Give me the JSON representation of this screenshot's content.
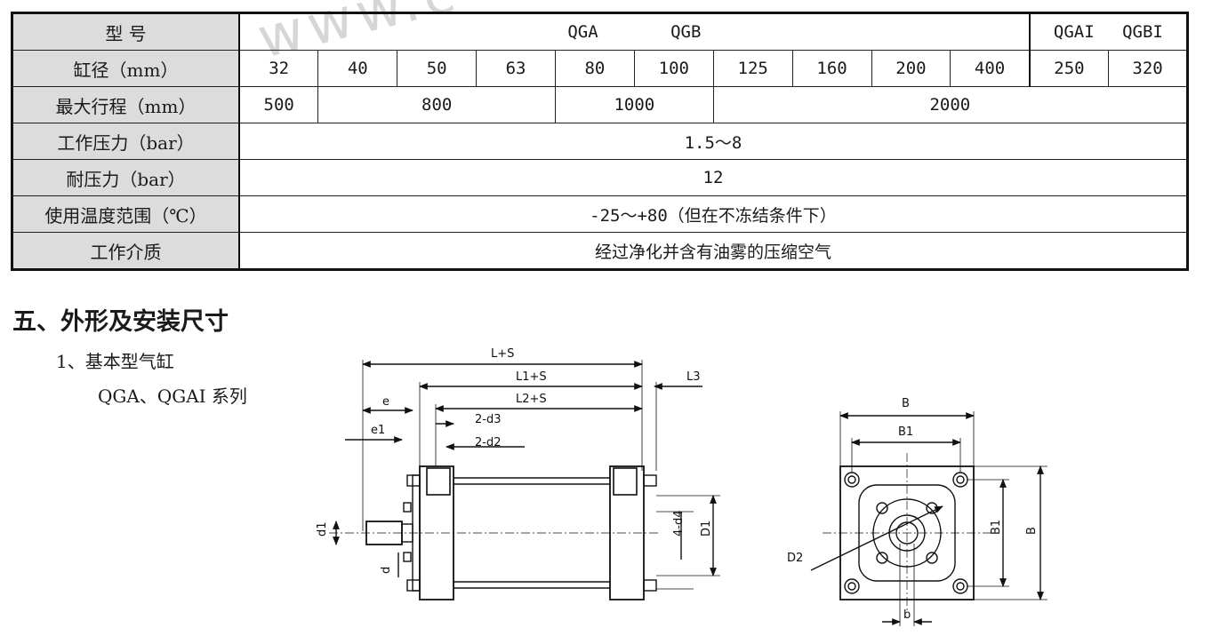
{
  "watermark": "www.c",
  "table": {
    "labels": [
      "型 号",
      "缸径（mm）",
      "最大行程（mm）",
      "工作压力（bar）",
      "耐压力（bar）",
      "使用温度范围（℃）",
      "工作介质"
    ],
    "model_row": {
      "left": "QGA QGB",
      "right": "QGAI QGBI"
    },
    "bore_values": [
      "32",
      "40",
      "50",
      "63",
      "80",
      "100",
      "125",
      "160",
      "200",
      "400",
      "250",
      "320"
    ],
    "stroke_values": [
      "500",
      "800",
      "1000",
      "2000"
    ],
    "pressure": "1.5～8",
    "proof_pressure": "12",
    "temperature": "-25～+80（但在不冻结条件下）",
    "medium": "经过净化并含有油雾的压缩空气"
  },
  "section": {
    "title": "五、外形及安装尺寸",
    "item": "1、基本型气缸",
    "series": "QGA、QGAI 系列"
  },
  "drawing": {
    "side_labels": [
      "L+S",
      "L1+S",
      "L3",
      "L2+S",
      "e",
      "2-d3",
      "e1",
      "2-d2",
      "d1",
      "d",
      "4-d4",
      "D1"
    ],
    "end_labels": [
      "B",
      "B1",
      "D2",
      "B1",
      "B",
      "b"
    ]
  }
}
